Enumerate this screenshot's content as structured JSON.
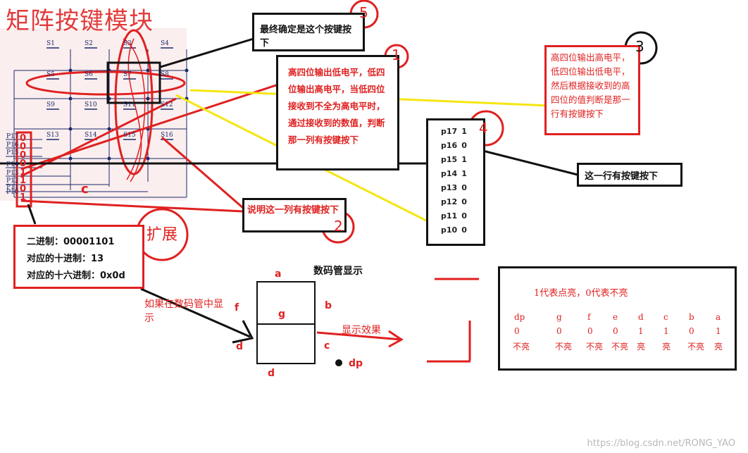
{
  "title": "矩阵按键模块",
  "note5": "最终确定是这个按键按下",
  "note1": "高四位输出低电平，低四位输出高电平，当低四位接收到不全为高电平时，通过接收到的数值，判断那一列有按键按下",
  "note3": "高四位输出高电平，低四位输出低电平，然后根据接收到的高四位的值判断是那一行有按键按下",
  "note2": "说明这一列有按键按下",
  "row_note": "这一行有按键按下",
  "binary": {
    "line1": "二进制：00001101",
    "line2": "对应的十进制：13",
    "line3": "对应的十六进制：0x0d"
  },
  "expand": "扩展",
  "circle_numbers": {
    "n1": "1",
    "n2": "2",
    "n3": "3",
    "n4": "4",
    "n5": "5"
  },
  "switches": [
    "S1",
    "S2",
    "S3",
    "S4",
    "S5",
    "S6",
    "S7",
    "S8",
    "S9",
    "S10",
    "S11",
    "S12",
    "S13",
    "S14",
    "S15",
    "S16"
  ],
  "pins": [
    "P17",
    "P16",
    "P15",
    "P14",
    "P13",
    "P12",
    "P11",
    "P10"
  ],
  "column_bits": [
    "0",
    "0",
    "0",
    "0",
    "1",
    "1",
    "0",
    "1"
  ],
  "port_list": [
    {
      "name": "p17",
      "val": "1"
    },
    {
      "name": "p16",
      "val": "0"
    },
    {
      "name": "p15",
      "val": "1"
    },
    {
      "name": "p14",
      "val": "1"
    },
    {
      "name": "p13",
      "val": "0"
    },
    {
      "name": "p12",
      "val": "0"
    },
    {
      "name": "p11",
      "val": "0"
    },
    {
      "name": "p10",
      "val": "0"
    }
  ],
  "seg": {
    "title": "数码管显示",
    "a": "a",
    "b": "b",
    "c": "c",
    "d_left": "d",
    "d_bottom": "d",
    "f": "f",
    "g": "g",
    "dp": "dp",
    "note_left": "如果在数码管中显示",
    "effect": "显示效果"
  },
  "truth": {
    "title": "1代表点亮，0代表不亮",
    "headers": [
      "dp",
      "g",
      "f",
      "e",
      "d",
      "c",
      "b",
      "a"
    ],
    "values": [
      "0",
      "0",
      "0",
      "0",
      "1",
      "1",
      "0",
      "1"
    ],
    "states": [
      "不亮",
      "不亮",
      "不亮",
      "不亮",
      "亮",
      "亮",
      "不亮",
      "亮"
    ]
  },
  "stray_c": "c",
  "watermark": "https://blog.csdn.net/RONG_YAO"
}
